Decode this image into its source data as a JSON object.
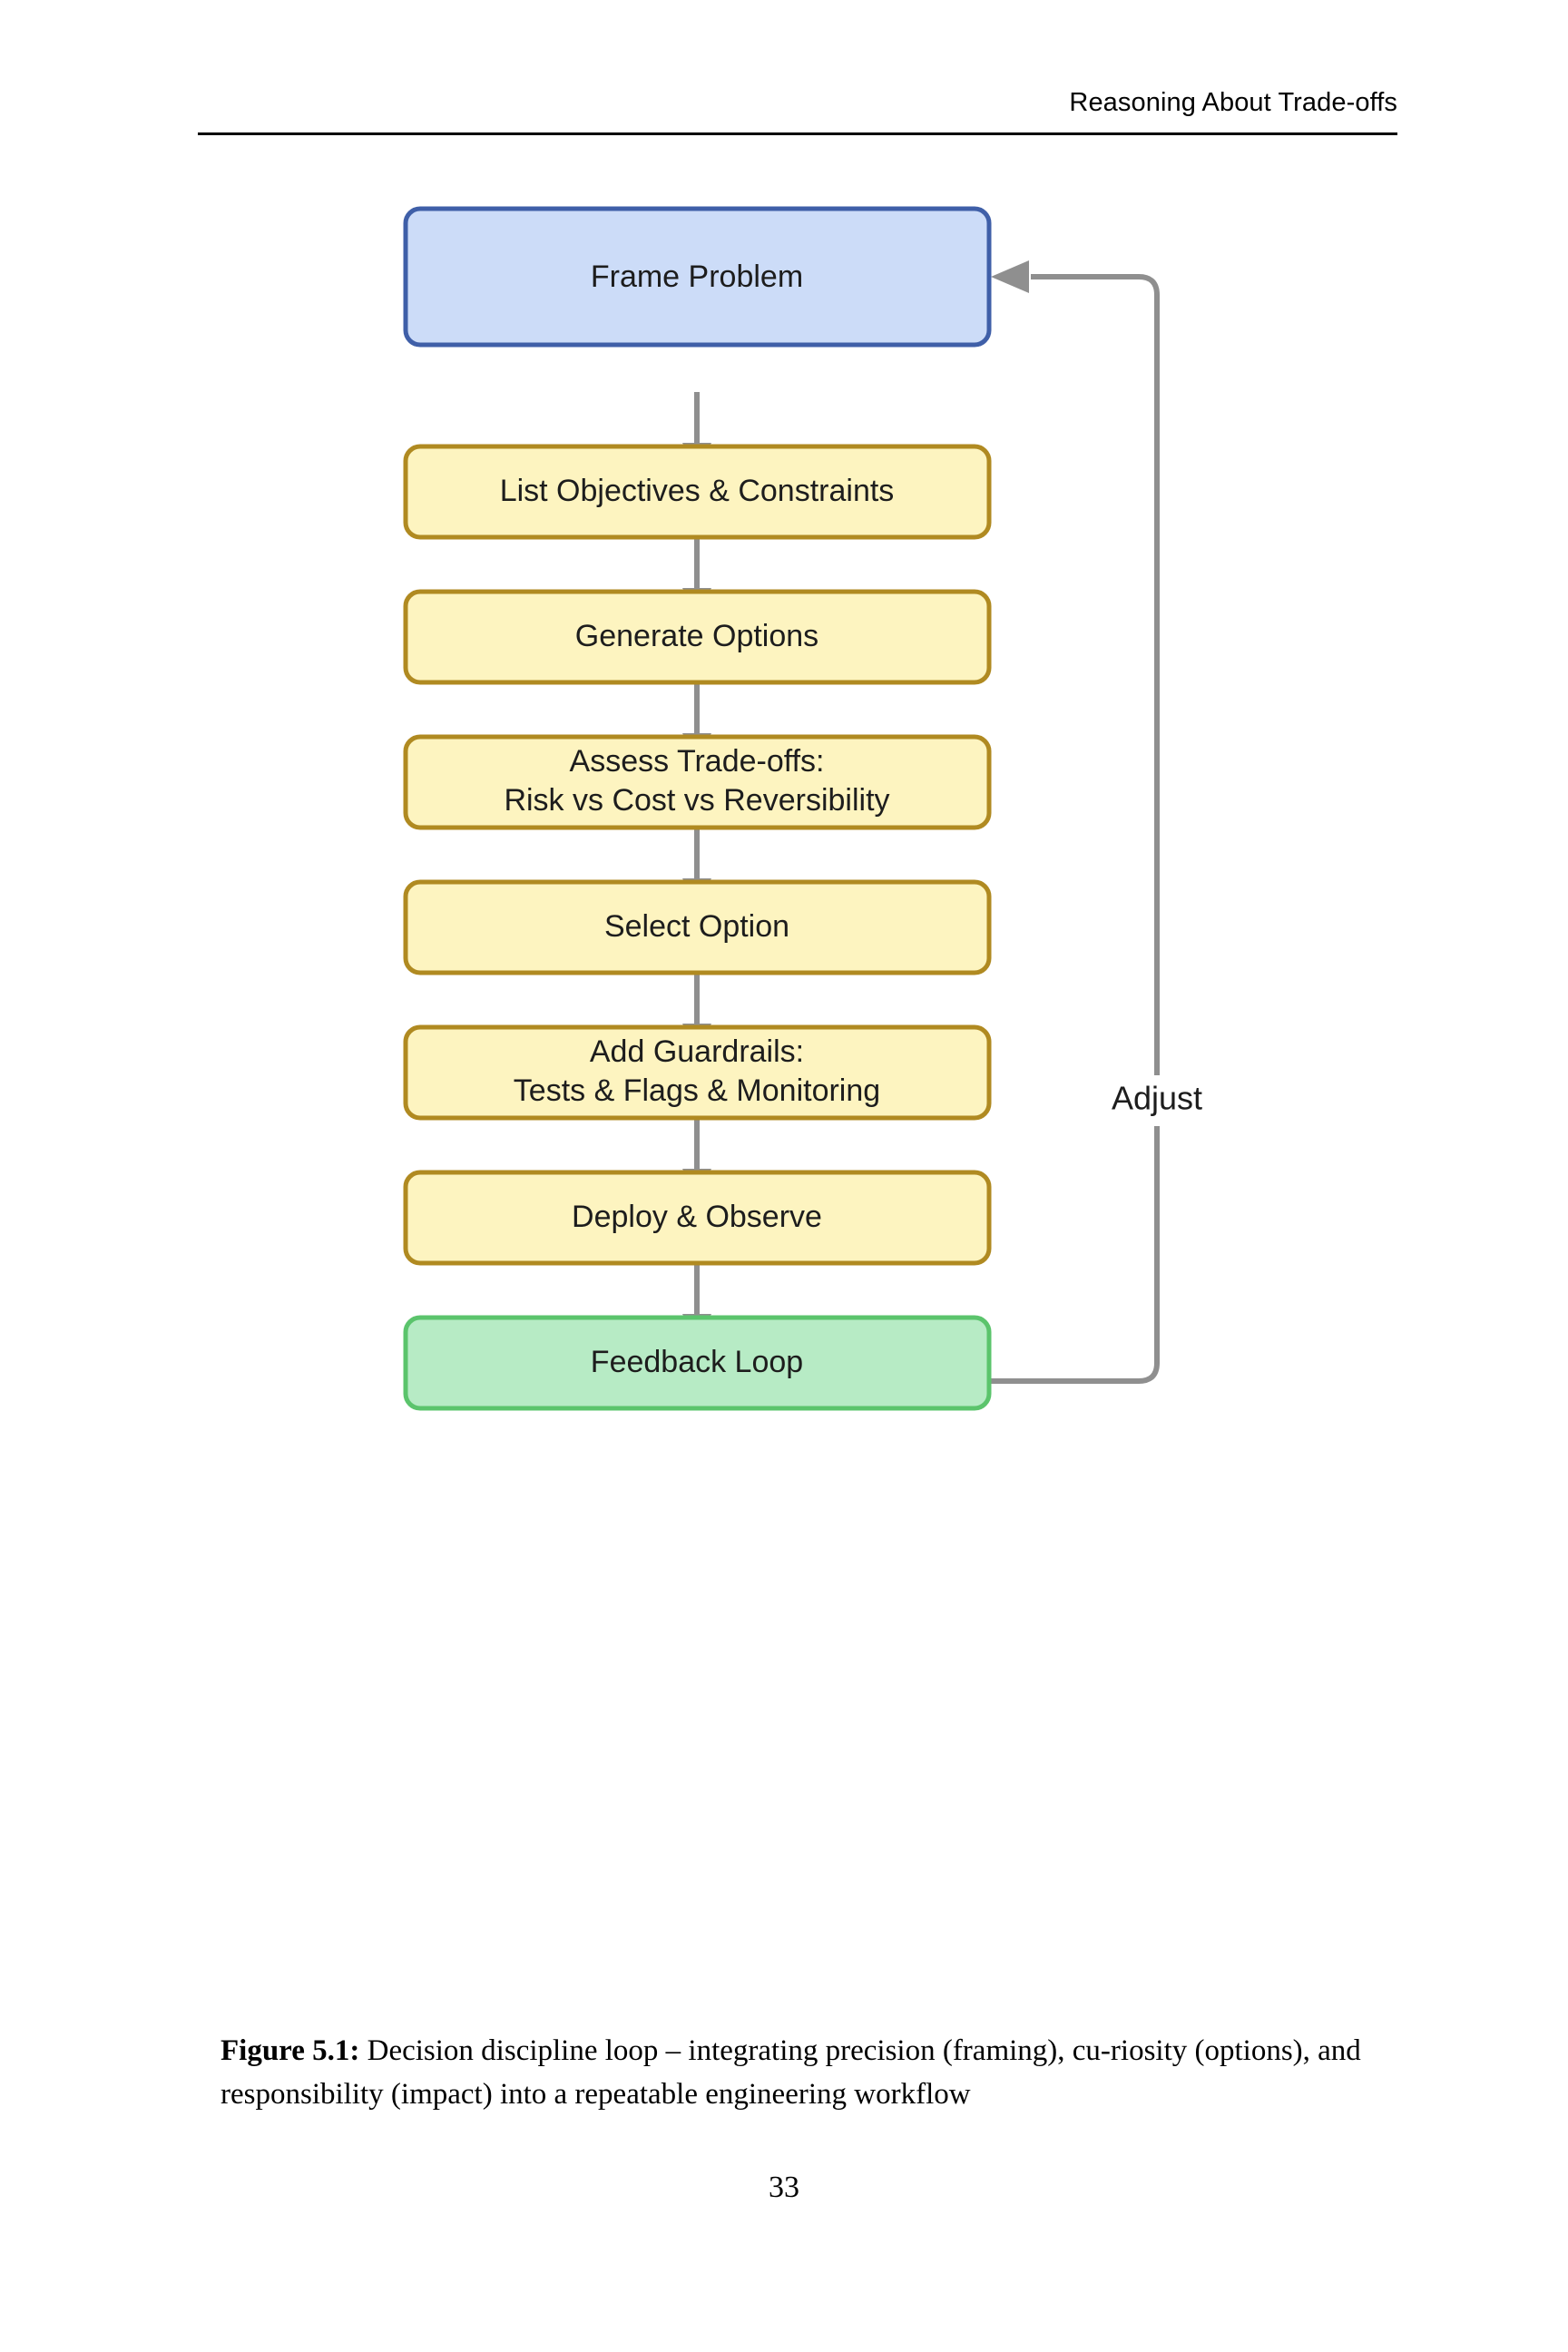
{
  "header": {
    "title": "Reasoning About Trade-offs"
  },
  "figure": {
    "nodes": [
      {
        "id": "frame-problem",
        "label_lines": [
          "Frame Problem"
        ],
        "fill": "#ccdcf8",
        "stroke": "#3f5fa8"
      },
      {
        "id": "list-objectives",
        "label_lines": [
          "List Objectives & Constraints"
        ],
        "fill": "#fdf4c0",
        "stroke": "#b08a21"
      },
      {
        "id": "generate-options",
        "label_lines": [
          "Generate Options"
        ],
        "fill": "#fdf4c0",
        "stroke": "#b08a21"
      },
      {
        "id": "assess-tradeoffs",
        "label_lines": [
          "Assess Trade-offs:",
          "Risk vs Cost vs Reversibility"
        ],
        "fill": "#fdf4c0",
        "stroke": "#b08a21"
      },
      {
        "id": "select-option",
        "label_lines": [
          "Select Option"
        ],
        "fill": "#fdf4c0",
        "stroke": "#b08a21"
      },
      {
        "id": "add-guardrails",
        "label_lines": [
          "Add Guardrails:",
          "Tests & Flags & Monitoring"
        ],
        "fill": "#fdf4c0",
        "stroke": "#b08a21"
      },
      {
        "id": "deploy-observe",
        "label_lines": [
          "Deploy & Observe"
        ],
        "fill": "#fdf4c0",
        "stroke": "#b08a21"
      },
      {
        "id": "feedback-loop",
        "label_lines": [
          "Feedback Loop"
        ],
        "fill": "#b7ebc5",
        "stroke": "#5bc46c"
      }
    ],
    "feedback_edge_label": "Adjust",
    "edge_color": "#8f8f8f"
  },
  "caption": {
    "label": "Figure 5.1:",
    "text": " Decision discipline loop – integrating precision (framing), cu-riosity (options), and responsibility (impact) into a repeatable engineering workflow"
  },
  "page_number": "33"
}
